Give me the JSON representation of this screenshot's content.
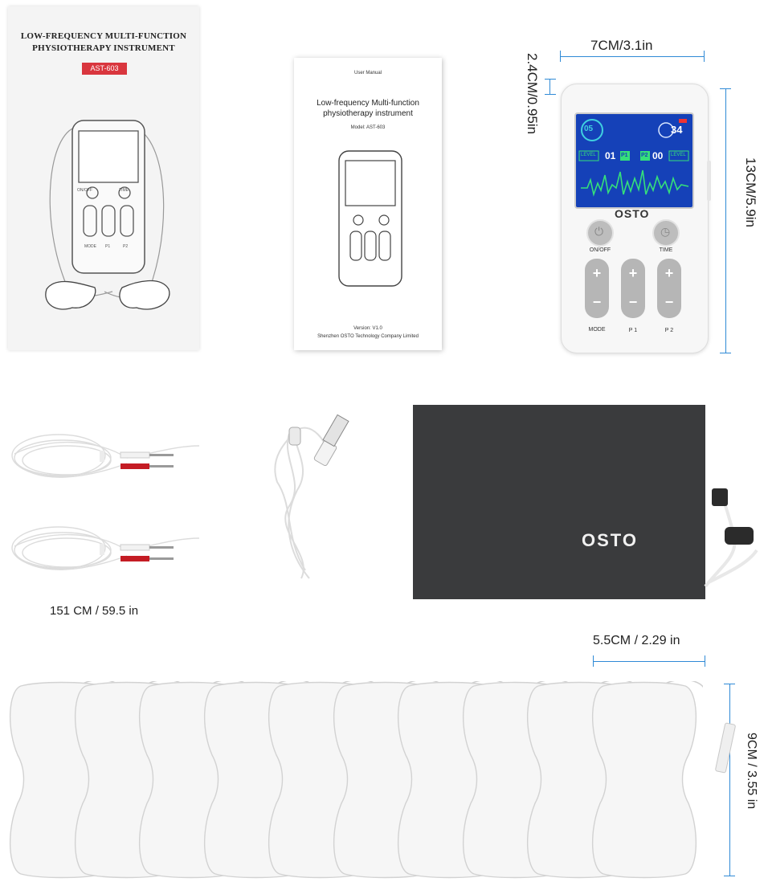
{
  "box": {
    "title_line1": "LOW-FREQUENCY MULTI-FUNCTION",
    "title_line2": "PHYSIOTHERAPY INSTRUMENT",
    "model": "AST-603",
    "btn_onoff": "ON/OFF",
    "btn_time": "TIME",
    "btn_mode": "MODE",
    "btn_p1": "P1",
    "btn_p2": "P2"
  },
  "manual": {
    "heading": "User Manual",
    "title_line1": "Low-frequency Multi-function",
    "title_line2": "physiotherapy instrument",
    "model": "Model: AST-603",
    "version": "Version: V1.0",
    "company": "Shenzhen OSTO Technology Company Limited"
  },
  "device": {
    "brand": "OSTO",
    "screen_mode": "05",
    "screen_timer": "34",
    "screen_level_left": "LEVEL",
    "screen_level_right": "LEVEL",
    "screen_p1_value": "01",
    "screen_p1": "P1",
    "screen_p2": "P2",
    "screen_p2_value": "00",
    "btn_onoff": "ON/OFF",
    "btn_time": "TIME",
    "btn_mode": "MODE",
    "btn_p1": "P 1",
    "btn_p2": "P 2",
    "plus": "+",
    "minus": "−"
  },
  "dimensions": {
    "device_width": "7CM/3.1in",
    "device_top": "2.4CM/0.95in",
    "device_height": "13CM/5.9in",
    "cable_length": "151 CM / 59.5 in",
    "pad_width": "5.5CM / 2.29 in",
    "pad_height": "9CM / 3.55 in"
  },
  "bag": {
    "brand": "OSTO"
  },
  "colors": {
    "screen_blue": "#1541b8",
    "screen_wave": "#35e07a",
    "dimension_line": "#2f8ad6",
    "lead_red": "#c41c24",
    "bag_gray": "#3a3b3d"
  }
}
